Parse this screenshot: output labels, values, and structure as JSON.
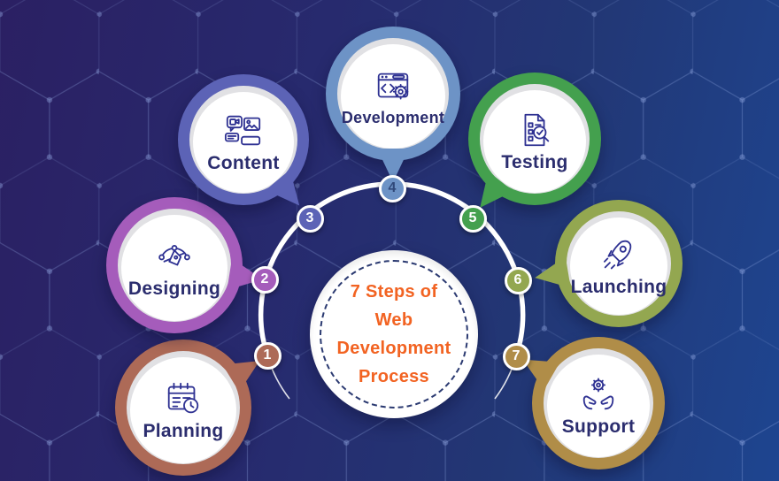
{
  "diagram": {
    "center": {
      "title_lines": [
        "7 Steps of",
        "Web",
        "Development",
        "Process"
      ],
      "title_color": "#f26322"
    },
    "steps": [
      {
        "number": "1",
        "label": "Planning",
        "color": "#ad6a57",
        "icon": "calendar-clock-icon"
      },
      {
        "number": "2",
        "label": "Designing",
        "color": "#a55cbb",
        "icon": "pen-tool-icon"
      },
      {
        "number": "3",
        "label": "Content",
        "color": "#5c63b6",
        "icon": "content-media-icon"
      },
      {
        "number": "4",
        "label": "Development",
        "color": "#6d93c6",
        "icon": "code-window-gear-icon"
      },
      {
        "number": "5",
        "label": "Testing",
        "color": "#44a04e",
        "icon": "checklist-magnifier-icon"
      },
      {
        "number": "6",
        "label": "Launching",
        "color": "#93a750",
        "icon": "rocket-icon"
      },
      {
        "number": "7",
        "label": "Support",
        "color": "#b08d48",
        "icon": "hands-gear-icon"
      }
    ],
    "style": {
      "background_gradient": [
        "#2b2063",
        "#1e4590"
      ],
      "background_pattern": "hexagon-grid",
      "label_color": "#2b2d6e",
      "arc_color": "#ffffff",
      "badge_4_number_color": "#30497a"
    }
  }
}
